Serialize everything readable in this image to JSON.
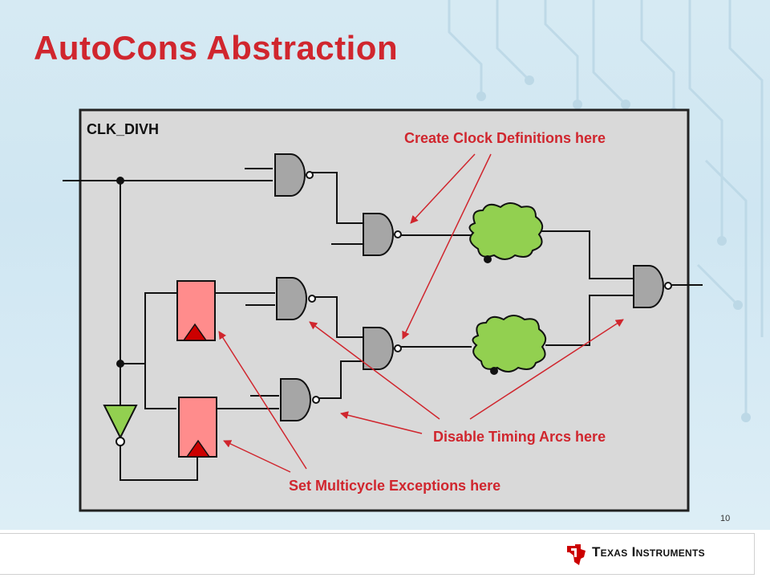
{
  "slide": {
    "title": "AutoCons Abstraction",
    "page_number": "10"
  },
  "diagram": {
    "module_name": "CLK_DIVH",
    "annotations": {
      "clock": "Create Clock Definitions here",
      "disable": "Disable Timing Arcs here",
      "multicycle": "Set Multicycle Exceptions here"
    }
  },
  "footer": {
    "company": "Texas Instruments"
  },
  "colors": {
    "title": "#d0262e",
    "annotation": "#d0262e",
    "gate": "#a6a6a6",
    "flop": "#ff8c8c",
    "cloud": "#92d050",
    "buffer": "#92d050",
    "ti_red": "#cc0000"
  }
}
